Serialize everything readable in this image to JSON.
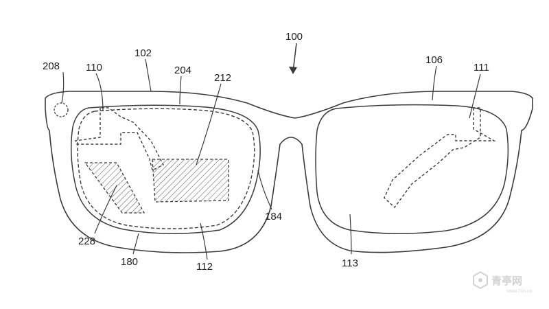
{
  "labels": {
    "ref_100": "100",
    "ref_102": "102",
    "ref_106": "106",
    "ref_110": "110",
    "ref_111": "111",
    "ref_112": "112",
    "ref_113": "113",
    "ref_180": "180",
    "ref_184": "184",
    "ref_204": "204",
    "ref_208": "208",
    "ref_212": "212",
    "ref_228": "228"
  },
  "watermark": {
    "text": "青亭网",
    "url": "www.7tin.cn"
  },
  "colors": {
    "line": "#3a3a3a",
    "text": "#222222",
    "watermark": "#bfbfbf"
  }
}
